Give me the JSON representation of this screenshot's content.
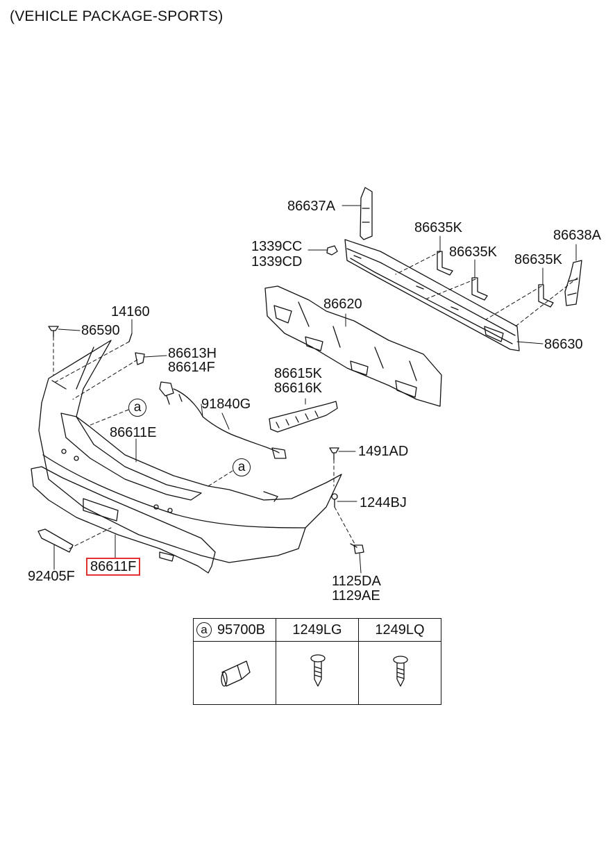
{
  "header": "(VEHICLE PACKAGE-SPORTS)",
  "callout_letter": "a",
  "labels": {
    "p86637A": "86637A",
    "p1339CC": "1339CC",
    "p1339CD": "1339CD",
    "p86635K_1": "86635K",
    "p86635K_2": "86635K",
    "p86635K_3": "86635K",
    "p86638A": "86638A",
    "p86620": "86620",
    "p86630": "86630",
    "p14160": "14160",
    "p86590": "86590",
    "p86613H": "86613H",
    "p86614F": "86614F",
    "p86615K": "86615K",
    "p86616K": "86616K",
    "p91840G": "91840G",
    "p86611E": "86611E",
    "p1491AD": "1491AD",
    "p1244BJ": "1244BJ",
    "p92405F": "92405F",
    "p86611F": "86611F",
    "p1125DA": "1125DA",
    "p1129AE": "1129AE"
  },
  "legend": {
    "col1": "95700B",
    "col2": "1249LG",
    "col3": "1249LQ"
  }
}
